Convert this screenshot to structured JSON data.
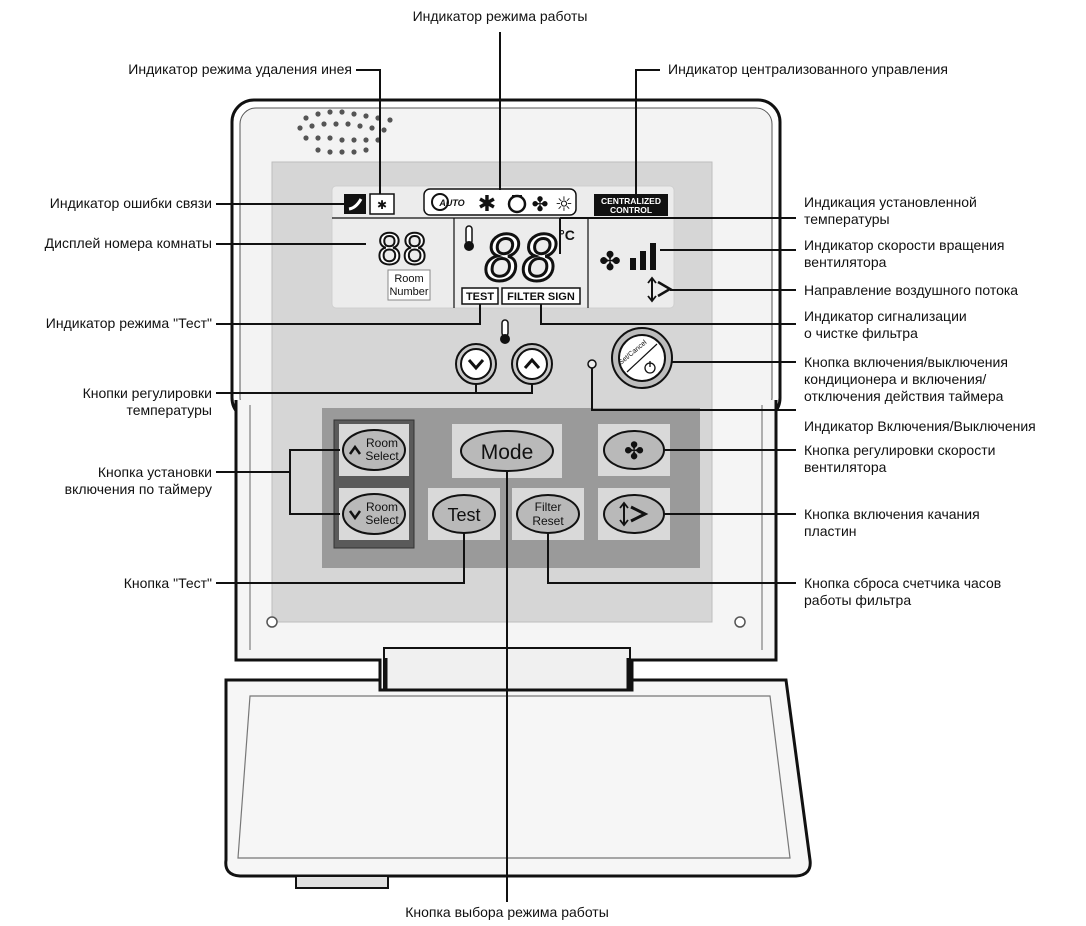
{
  "labels": {
    "operation_mode_indicator": "Индикатор режима работы",
    "defrost_indicator": "Индикатор режима удаления инея",
    "centralized_indicator": "Индикатор централизованного управления",
    "comm_error_indicator": "Индикатор ошибки связи",
    "room_number_display": "Дисплей номера комнаты",
    "set_temp_line1": "Индикация установленной",
    "set_temp_line2": "температуры",
    "fan_speed_ind_line1": "Индикатор скорости вращения",
    "fan_speed_ind_line2": "вентилятора",
    "airflow_direction": "Направление воздушного потока",
    "test_mode_indicator": "Индикатор режима \"Тест\"",
    "filter_sign_line1": "Индикатор сигнализации",
    "filter_sign_line2": "о чистке фильтра",
    "power_btn_line1": "Кнопка включения/выключения",
    "power_btn_line2": "кондиционера и включения/",
    "power_btn_line3": "отключения действия таймера",
    "temp_buttons_line1": "Кнопки регулировки",
    "temp_buttons_line2": "температуры",
    "onoff_indicator": "Индикатор Включения/Выключения",
    "timer_set_line1": "Кнопка установки",
    "timer_set_line2": "включения по таймеру",
    "fan_speed_btn_line1": "Кнопка регулировки скорости",
    "fan_speed_btn_line2": "вентилятора",
    "swing_btn_line1": "Кнопка включения качания",
    "swing_btn_line2": "пластин",
    "test_button": "Кнопка \"Тест\"",
    "filter_reset_line1": "Кнопка сброса счетчика часов",
    "filter_reset_line2": "работы фильтра",
    "mode_button": "Кнопка выбора режима работы"
  },
  "device": {
    "lcd": {
      "centralized_line1": "CENTRALIZED",
      "centralized_line2": "CONTROL",
      "room_line1": "Room",
      "room_line2": "Number",
      "room_digits": "88",
      "temp_digits": "88",
      "temp_unit": "°C",
      "auto": "AUTO",
      "test": "TEST",
      "filter_sign": "FILTER SIGN"
    },
    "buttons": {
      "mode": "Mode",
      "test": "Test",
      "filter_line1": "Filter",
      "filter_line2": "Reset",
      "room_select_line1": "Room",
      "room_select_line2": "Select",
      "set_cancel": "Set/Cancel"
    }
  }
}
